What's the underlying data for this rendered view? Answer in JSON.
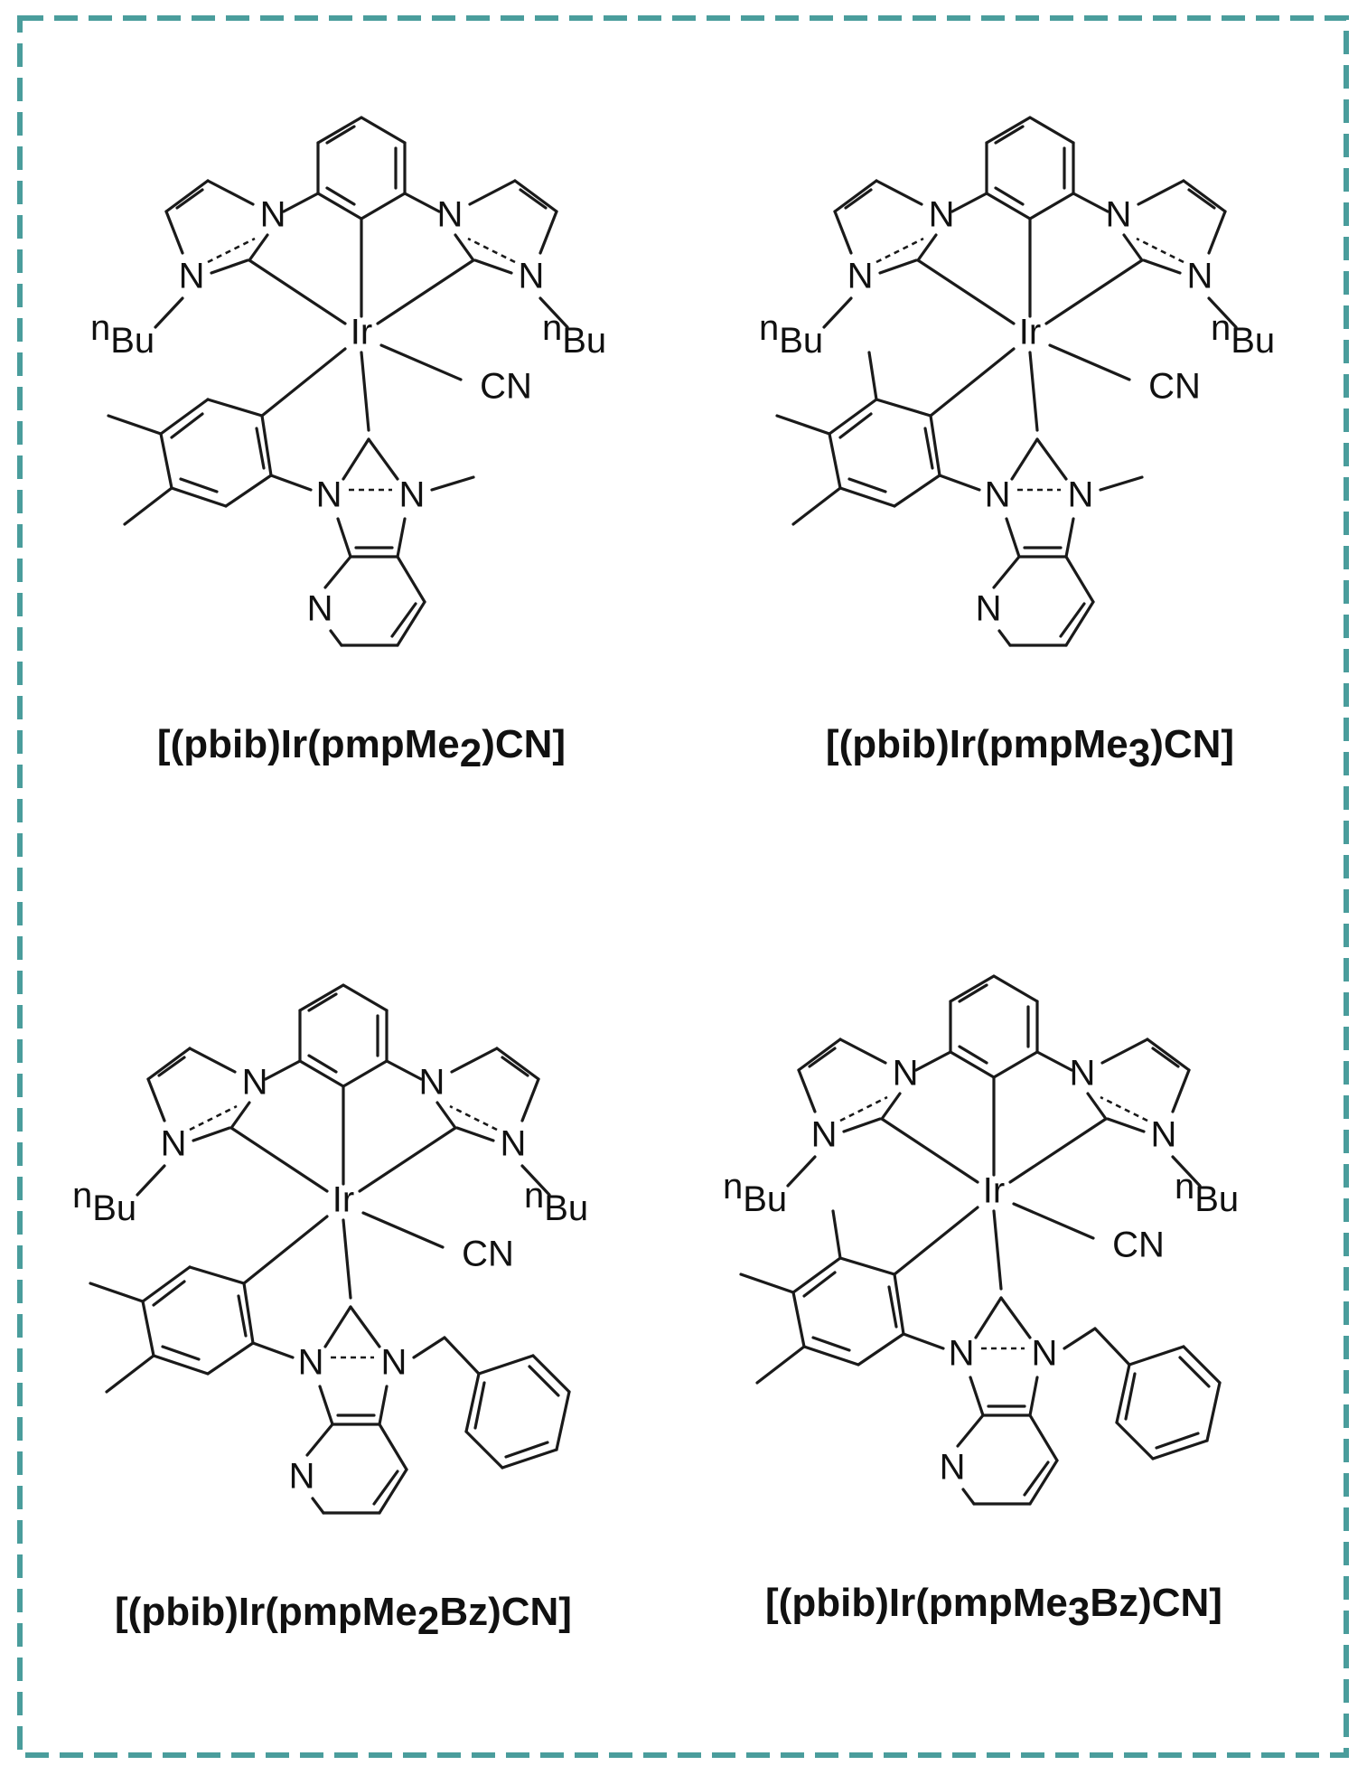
{
  "frame": {
    "border_color": "#4a9d9c",
    "border_style": "dashed"
  },
  "atom_labels": {
    "metal": "Ir",
    "nitrogen": "N",
    "cyanide": "CN",
    "butyl_prefix": "n",
    "butyl": "Bu"
  },
  "compounds": [
    {
      "name_parts": [
        "[(pbib)Ir(pmpMe",
        "2",
        ")CN]"
      ],
      "methyls": 2,
      "benzyl": false
    },
    {
      "name_parts": [
        "[(pbib)Ir(pmpMe",
        "3",
        ")CN]"
      ],
      "methyls": 3,
      "benzyl": false
    },
    {
      "name_parts": [
        "[(pbib)Ir(pmpMe",
        "2",
        "Bz)CN]"
      ],
      "methyls": 2,
      "benzyl": true
    },
    {
      "name_parts": [
        "[(pbib)Ir(pmpMe",
        "3",
        "Bz)CN]"
      ],
      "methyls": 3,
      "benzyl": true
    }
  ]
}
